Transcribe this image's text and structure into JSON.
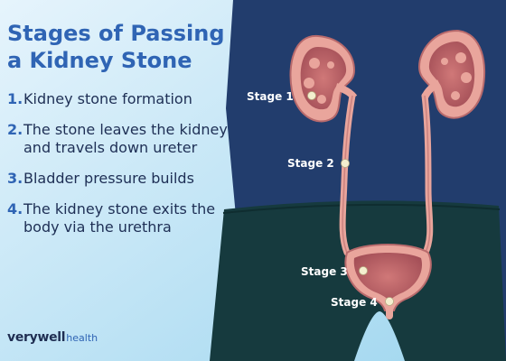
{
  "title_line1": "Stages of Passing",
  "title_line2": "a Kidney Stone",
  "steps": [
    {
      "num": "1.",
      "text": "Kidney stone formation"
    },
    {
      "num": "2.",
      "text": "The stone leaves the kidney and travels down ureter"
    },
    {
      "num": "3.",
      "text": "Bladder pressure builds"
    },
    {
      "num": "4.",
      "text": "The kidney stone exits the body via the urethra"
    }
  ],
  "diagram_labels": {
    "stage1": "Stage 1",
    "stage2": "Stage 2",
    "stage3": "Stage 3",
    "stage4": "Stage 4"
  },
  "brand": {
    "part1": "verywell",
    "part2": "health"
  },
  "colors": {
    "title": "#2f64b4",
    "shirt": "#223d6d",
    "pants": "#163a3e",
    "organ": "#e9a59c",
    "organ_inner": "#c26a6d",
    "stone": "#f4efcf"
  }
}
